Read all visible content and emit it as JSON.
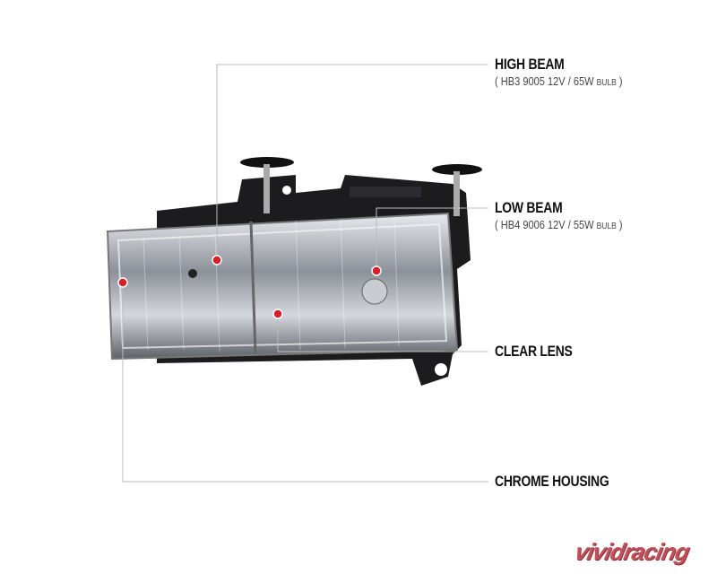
{
  "callouts": [
    {
      "title": "HIGH BEAM",
      "sub_open": "( HB3  9005  12V / 65W ",
      "sub_unit": "BULB",
      "sub_close": " )"
    },
    {
      "title": "LOW BEAM",
      "sub_open": "( HB4  9006  12V / 55W ",
      "sub_unit": "BULB",
      "sub_close": " )"
    },
    {
      "title": "CLEAR LENS"
    },
    {
      "title": "CHROME HOUSING"
    }
  ],
  "logo": "vividracing",
  "colors": {
    "marker": "#d9202a",
    "line": "#bbbbbb",
    "logo": "#c0505a"
  }
}
